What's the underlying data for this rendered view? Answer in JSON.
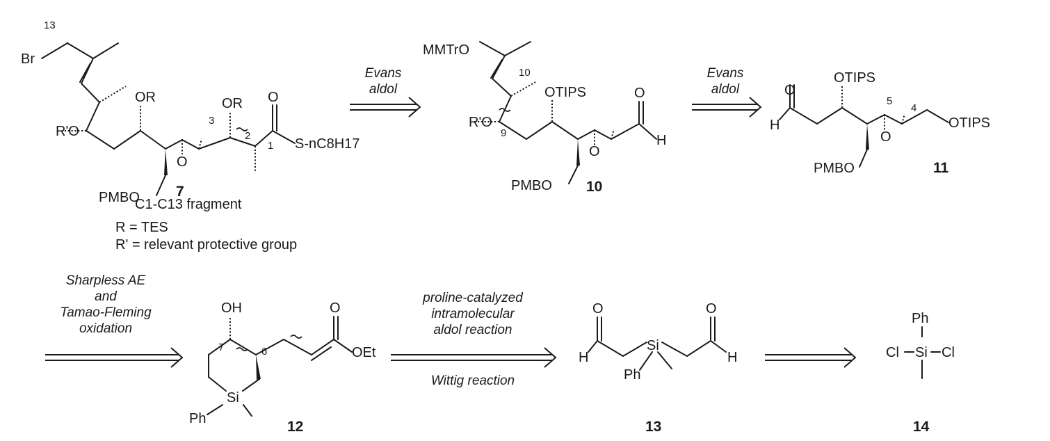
{
  "colors": {
    "ink": "#1a1a1a",
    "background": "#ffffff"
  },
  "compounds": {
    "c7": {
      "number": "7",
      "atoms": {
        "br": "Br",
        "or_a": "OR",
        "or_b": "OR",
        "o_carbonyl": "O",
        "o_ether": "R'O",
        "o_epoxide": "O",
        "pmbo": "PMBO",
        "thioester": "S-nC8H17"
      },
      "position_labels": [
        "13",
        "3",
        "2",
        "1"
      ],
      "caption": "C1-C13 fragment",
      "notes": [
        "R = TES",
        "R' = relevant protective group"
      ]
    },
    "c10": {
      "number": "10",
      "atoms": {
        "mmtro": "MMTrO",
        "otips": "OTIPS",
        "o_ald": "O",
        "h_ald": "H",
        "o_ether": "R'O",
        "o_epoxide": "O",
        "pmbo": "PMBO"
      },
      "position_labels": [
        "10",
        "9"
      ]
    },
    "c11": {
      "number": "11",
      "atoms": {
        "o_ald": "O",
        "h_ald": "H",
        "otips_a": "OTIPS",
        "otips_b": "OTIPS",
        "o_epoxide": "O",
        "pmbo": "PMBO"
      },
      "position_labels": [
        "5",
        "4"
      ]
    },
    "c12": {
      "number": "12",
      "atoms": {
        "oh": "OH",
        "si": "Si",
        "ph": "Ph",
        "o_carbonyl": "O",
        "oet": "OEt"
      },
      "position_labels": [
        "7",
        "6"
      ]
    },
    "c13": {
      "number": "13",
      "atoms": {
        "o_left": "O",
        "h_left": "H",
        "si": "Si",
        "ph": "Ph",
        "o_right": "O",
        "h_right": "H"
      }
    },
    "c14": {
      "number": "14",
      "atoms": {
        "ph": "Ph",
        "si": "Si",
        "cl_left": "Cl",
        "cl_right": "Cl"
      }
    }
  },
  "arrows": [
    {
      "label": [
        "Evans",
        "aldol"
      ]
    },
    {
      "label": [
        "Evans",
        "aldol"
      ]
    },
    {
      "label": [
        "Sharpless AE",
        "and",
        "Tamao-Fleming",
        "oxidation"
      ]
    },
    {
      "label_above": [
        "proline-catalyzed",
        "intramolecular",
        "aldol reaction"
      ],
      "label_below": [
        "Wittig reaction"
      ]
    },
    {
      "label": []
    }
  ]
}
